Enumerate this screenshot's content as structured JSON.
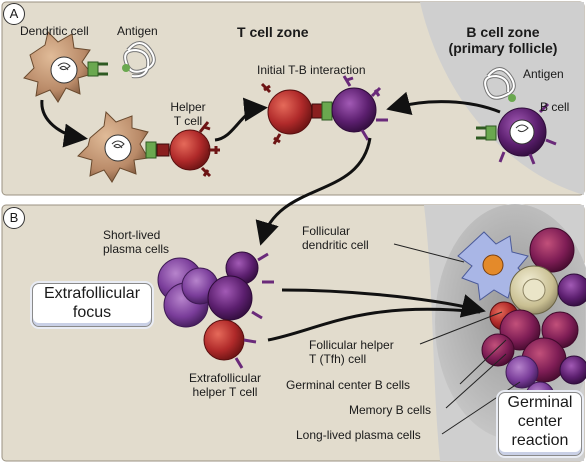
{
  "panels": {
    "a_letter": "A",
    "b_letter": "B"
  },
  "zones": {
    "t_cell_zone": "T cell zone",
    "b_cell_zone_line1": "B cell zone",
    "b_cell_zone_line2": "(primary follicle)"
  },
  "panel_a": {
    "dendritic_cell": "Dendritic cell",
    "antigen_left": "Antigen",
    "helper_t_cell_line1": "Helper",
    "helper_t_cell_line2": "T cell",
    "initial_tb": "Initial T-B interaction",
    "antigen_right": "Antigen",
    "b_cell": "B cell"
  },
  "panel_b": {
    "short_lived_line1": "Short-lived",
    "short_lived_line2": "plasma cells",
    "follicular_dc_line1": "Follicular",
    "follicular_dc_line2": "dendritic cell",
    "extrafollicular_focus_line1": "Extrafollicular",
    "extrafollicular_focus_line2": "focus",
    "tfh_line1": "Follicular helper",
    "tfh_line2": "T (Tfh) cell",
    "gc_b_cells": "Germinal center B cells",
    "memory_b_cells": "Memory B cells",
    "long_lived_plasma": "Long-lived plasma cells",
    "extrafollicular_helper_line1": "Extrafollicular",
    "extrafollicular_helper_line2": "helper T cell",
    "gc_reaction_line1": "Germinal",
    "gc_reaction_line2": "center",
    "gc_reaction_line3": "reaction"
  },
  "colors": {
    "t_zone_bg": "#e2dccd",
    "b_zone_bg": "#cfcfcf",
    "dendritic": "#b98a68",
    "helper_t": "#b02a2a",
    "b_cell": "#6a2a7a",
    "plasma": "#7a3d9a",
    "fdc": "#a9b6e6",
    "tfh": "#cfc8a2"
  }
}
